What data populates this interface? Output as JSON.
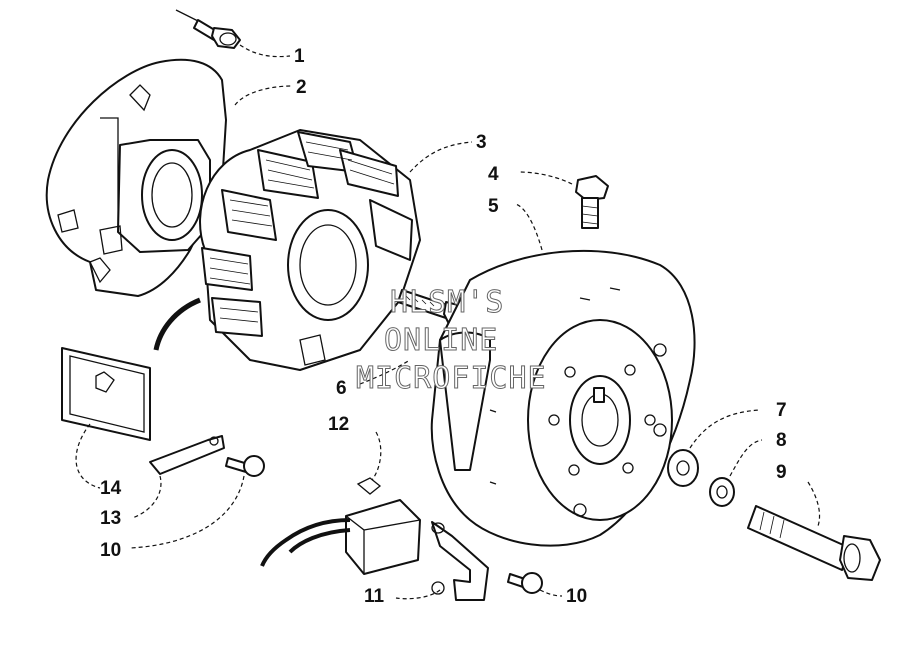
{
  "watermark": {
    "line1": "HLSM'S",
    "line2": "ONLINE",
    "line3": "MICROFICHE"
  },
  "callouts": [
    {
      "id": "c1",
      "label": "1"
    },
    {
      "id": "c2",
      "label": "2"
    },
    {
      "id": "c3",
      "label": "3"
    },
    {
      "id": "c4",
      "label": "4"
    },
    {
      "id": "c5",
      "label": "5"
    },
    {
      "id": "c6",
      "label": "6"
    },
    {
      "id": "c7",
      "label": "7"
    },
    {
      "id": "c8",
      "label": "8"
    },
    {
      "id": "c9",
      "label": "9"
    },
    {
      "id": "c10a",
      "label": "10"
    },
    {
      "id": "c10b",
      "label": "10"
    },
    {
      "id": "c11",
      "label": "11"
    },
    {
      "id": "c12",
      "label": "12"
    },
    {
      "id": "c13",
      "label": "13"
    },
    {
      "id": "c14",
      "label": "14"
    }
  ]
}
